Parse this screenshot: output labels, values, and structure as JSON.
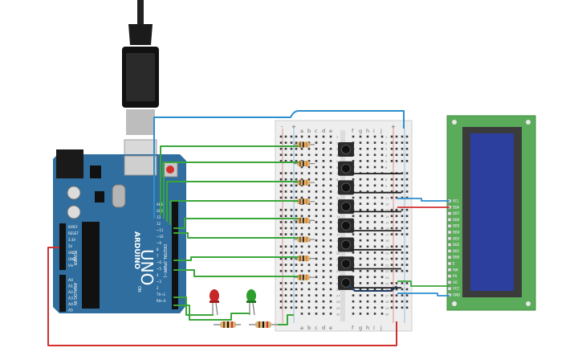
{
  "board": {
    "brand": "ARDUINO",
    "model": "UNO",
    "power_header": "POWER",
    "analog_header": "ANALOG IN",
    "digital_header": "DIGITAL (PWM~)",
    "on_label": "ON",
    "power_pins": [
      "IOREF",
      "RESET",
      "3.3V",
      "5V",
      "GND",
      "GND",
      "Vin"
    ],
    "analog_pins": [
      "A0",
      "A1",
      "A2",
      "A3",
      "A4",
      "A5"
    ],
    "digital_pins": [
      "AREF",
      "GND",
      "13",
      "12",
      "~11",
      "~10",
      "~9",
      "8",
      "7",
      "~6",
      "~5",
      "4",
      "~3",
      "2",
      "TX→1",
      "RX←0"
    ]
  },
  "breadboard": {
    "left_rail": [
      "-",
      "+"
    ],
    "right_rail": [
      "+",
      "-"
    ],
    "columns_left": [
      "a",
      "b",
      "c",
      "d",
      "e"
    ],
    "columns_right": [
      "f",
      "g",
      "h",
      "i",
      "j"
    ],
    "row_numbers": [
      "1",
      "2",
      "3",
      "4",
      "5",
      "6",
      "7",
      "8",
      "9",
      "10",
      "11",
      "12",
      "13",
      "14",
      "15",
      "16",
      "17",
      "18",
      "19",
      "20",
      "21",
      "22",
      "23",
      "24",
      "25",
      "26",
      "27",
      "28",
      "29",
      "30"
    ]
  },
  "lcd": {
    "pins": [
      "SCL",
      "SDA",
      "DB7",
      "DB6",
      "DB5",
      "DB4",
      "DB3",
      "DB2",
      "DB1",
      "DB0",
      "E",
      "RW",
      "RS",
      "VO",
      "VCC",
      "GND"
    ]
  },
  "colors": {
    "board": "#2f6e9e",
    "wire_green": "#3aa63a",
    "wire_blue": "#2b8fcf",
    "wire_red": "#d32f2f",
    "wire_black": "#222222",
    "lcd_pcb": "#5aab5a",
    "lcd_screen": "#2c3e9e",
    "led_red": "#c62828",
    "led_green": "#2e9e2e"
  }
}
